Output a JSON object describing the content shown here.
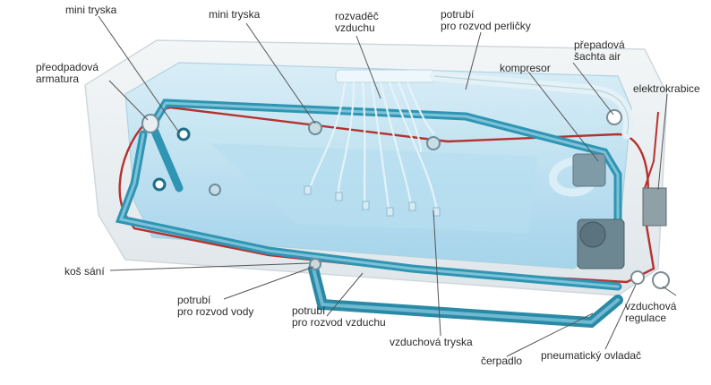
{
  "labels": {
    "mini_tryska_left": "mini tryska",
    "mini_tryska_center": "mini tryska",
    "rozvadec_line1": "rozvaděč",
    "rozvadec_line2": "vzduchu",
    "potrubi_perlicky_line1": "potrubí",
    "potrubi_perlicky_line2": "pro rozvod perličky",
    "prepadova_sachta_line1": "přepadová",
    "prepadova_sachta_line2": "šachta air",
    "preodpadova_line1": "přeodpadová",
    "preodpadova_line2": "armatura",
    "kompresor": "kompresor",
    "elektrokrabice": "elektrokrabice",
    "kos_sani": "koš sání",
    "potrubi_vody_line1": "potrubí",
    "potrubi_vody_line2": "pro rozvod vody",
    "potrubi_vzduchu_line1": "potrubí",
    "potrubi_vzduchu_line2": "pro rozvod vzduchu",
    "vzduchova_tryska": "vzduchová tryska",
    "cerpadlo": "čerpadlo",
    "pneumaticky_ovladac": "pneumatický ovladač",
    "vzduchova_regulace_line1": "vzduchová",
    "vzduchova_regulace_line2": "regulace"
  },
  "colors": {
    "tub_rim": "#eef2f4",
    "tub_water": "#bfe3f3",
    "tub_water_deep": "#8fcbe6",
    "water_pipe": "#2f95b3",
    "water_pipe_dark": "#1f6f88",
    "air_pipe": "#dff0f7",
    "wire": "#b5322e",
    "leader": "#555555",
    "label_text": "#2b2b2b"
  }
}
